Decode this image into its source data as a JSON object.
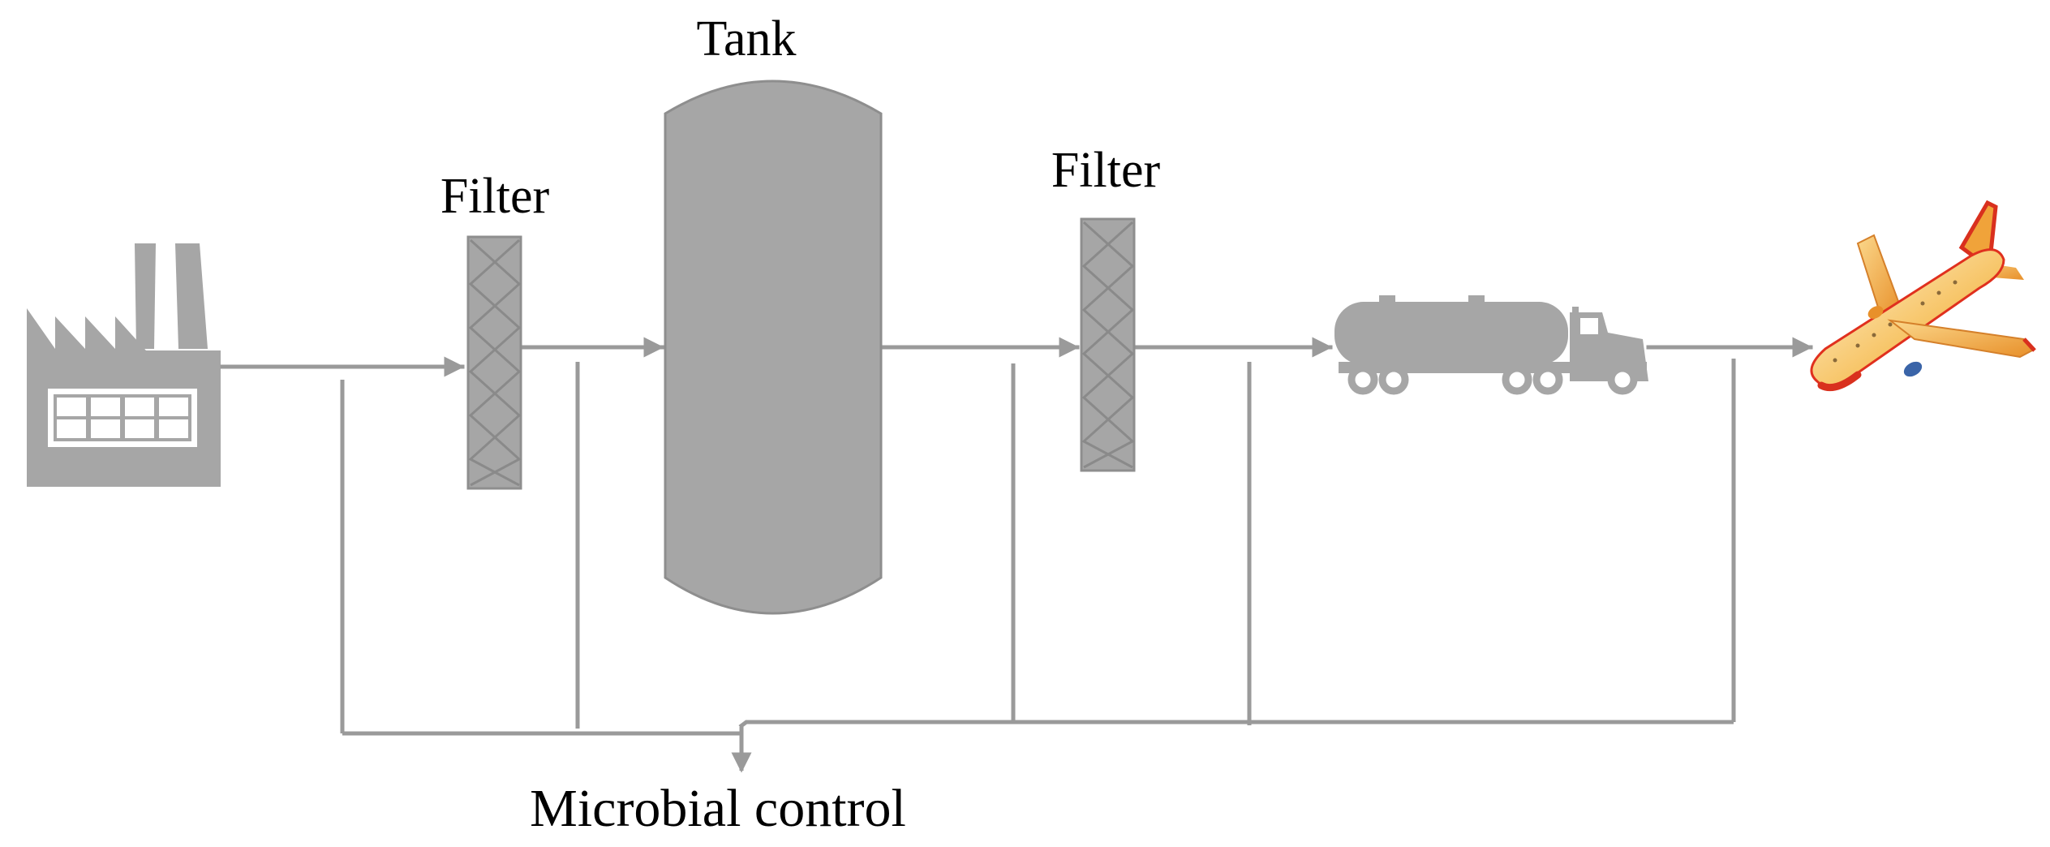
{
  "labels": {
    "tank": "Tank",
    "filter_1": "Filter",
    "filter_2": "Filter",
    "microbial_control": "Microbial control"
  },
  "icons": {
    "source": "factory-icon",
    "transport": "tanker-truck-icon",
    "destination": "airplane-icon"
  },
  "colors": {
    "equipment": "#a6a6a6",
    "lines": "#9a9a9a",
    "airplane_body": "#f5c26b",
    "airplane_accent": "#e0301e"
  }
}
